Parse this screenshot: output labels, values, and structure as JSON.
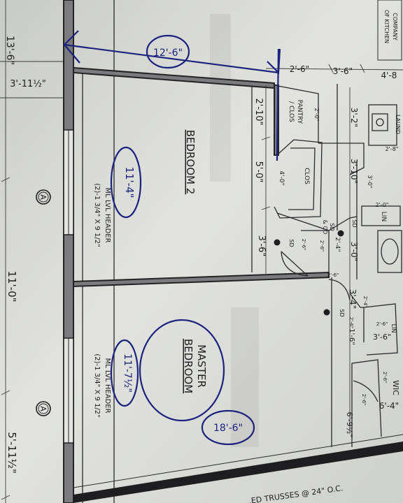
{
  "rooms": {
    "bedroom2": {
      "name": "BEDROOM 2",
      "header_lines": [
        "(2)-1 3/4\" X 9 1/2\"",
        "ML LVL HEADER"
      ]
    },
    "master": {
      "name_lines": [
        "MASTER",
        "BEDROOM"
      ],
      "header_lines": [
        "(2)-1 3/4\" X 9 1/2\"",
        "ML LVL HEADER"
      ]
    }
  },
  "labels": {
    "pantry": [
      "PANTRY",
      "/ CLOS"
    ],
    "clos": "CLOS",
    "laundry": "LAUND",
    "lin": "LIN",
    "lin2": "LIN",
    "wic": "WIC",
    "sd_co": [
      "SD",
      "& CO"
    ],
    "sd": [
      "SD",
      "SD",
      "SD"
    ],
    "trusses": "...ED TRUSSES @ 24\" O.C.",
    "company": [
      "OF KITCHEN",
      "COMPANY"
    ],
    "grid_a": "A"
  },
  "dimensions": {
    "left_13_6": "13'-6\"",
    "left_3_11": "3'-11½\"",
    "left_11_0": "11'-0\"",
    "left_5_11": "5'-11½\"",
    "top_2_6": "2'-6\"",
    "top_3_6": "3'-6\"",
    "top_4_8": "4'-8",
    "d_2_10": "2'-10\"",
    "d_5_0": "5'-0\"",
    "d_3_6": "3'-6\"",
    "d_2_0": "2'-0\"",
    "d_4_0": "4'-0\"",
    "d_3_2": "3'-2\"",
    "d_3_10": "3'-10\"",
    "d_3_0": "3'-0\"",
    "d_2_4": "2'-4\"",
    "d_3_4": "3'-4\"",
    "d_1_6": "1'-6\"",
    "d_3_6b": "3'-6\"",
    "d_2_8": "2'-8\"",
    "d_3_0b": "3'-0\"",
    "d_2_0b": "2'-0\"",
    "d_2_6a": "2'-6\"",
    "d_2_6b": "2'-6\"",
    "d_2_6c": "2'-6\"",
    "d_2_6d": "2'-6\"",
    "d_2_6e": "2'-6\"",
    "d_2_4b": "2'-4\"",
    "d_2_6f": "2'-6\"",
    "d_6_4": "6'-4\"",
    "d_6_9": "6'-9½\"",
    "d_2_6g": "2'-6\""
  },
  "handwritten": {
    "top_12_6": "12'-6\"",
    "bedroom2_11_4": "11'-4\"",
    "master_11_7": "11'-7½\"",
    "master_18_6": "18'-6\""
  },
  "colors": {
    "ink": "#1a237e",
    "paper": "#dcddd8",
    "wall": "#7b7b7e"
  }
}
